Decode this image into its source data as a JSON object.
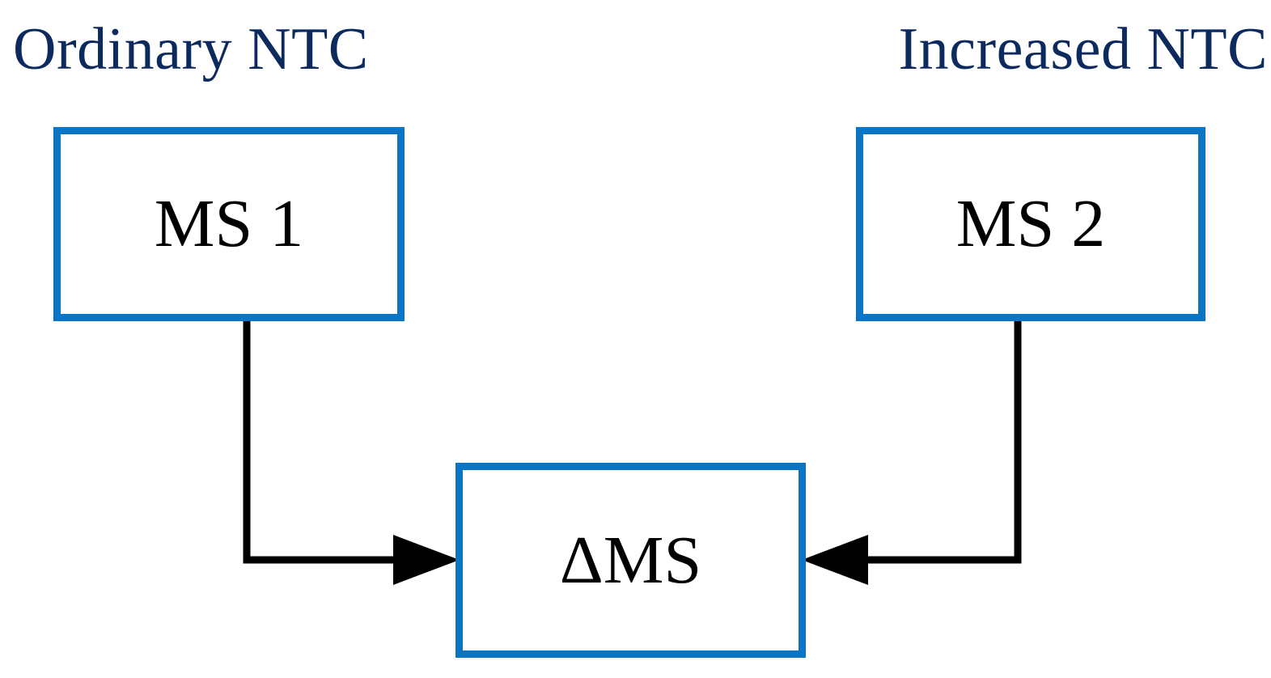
{
  "diagram": {
    "type": "flow-diagram",
    "background_color": "#ffffff",
    "accent_color": "#0b75c4",
    "heading_color": "#0d2a5e",
    "connector_color": "#000000",
    "headings": {
      "left": "Ordinary NTC",
      "right": "Increased NTC"
    },
    "nodes": [
      {
        "id": "ms1",
        "label": "MS 1",
        "column": "left",
        "row": "top"
      },
      {
        "id": "ms2",
        "label": "MS 2",
        "column": "right",
        "row": "top"
      },
      {
        "id": "dms",
        "label": "ΔMS",
        "column": "center",
        "row": "bottom"
      }
    ],
    "connectors": [
      {
        "from": "ms1",
        "to": "dms",
        "style": "elbow",
        "arrowhead": "solid-triangle",
        "direction": "right"
      },
      {
        "from": "ms2",
        "to": "dms",
        "style": "elbow",
        "arrowhead": "solid-triangle",
        "direction": "left"
      }
    ]
  }
}
